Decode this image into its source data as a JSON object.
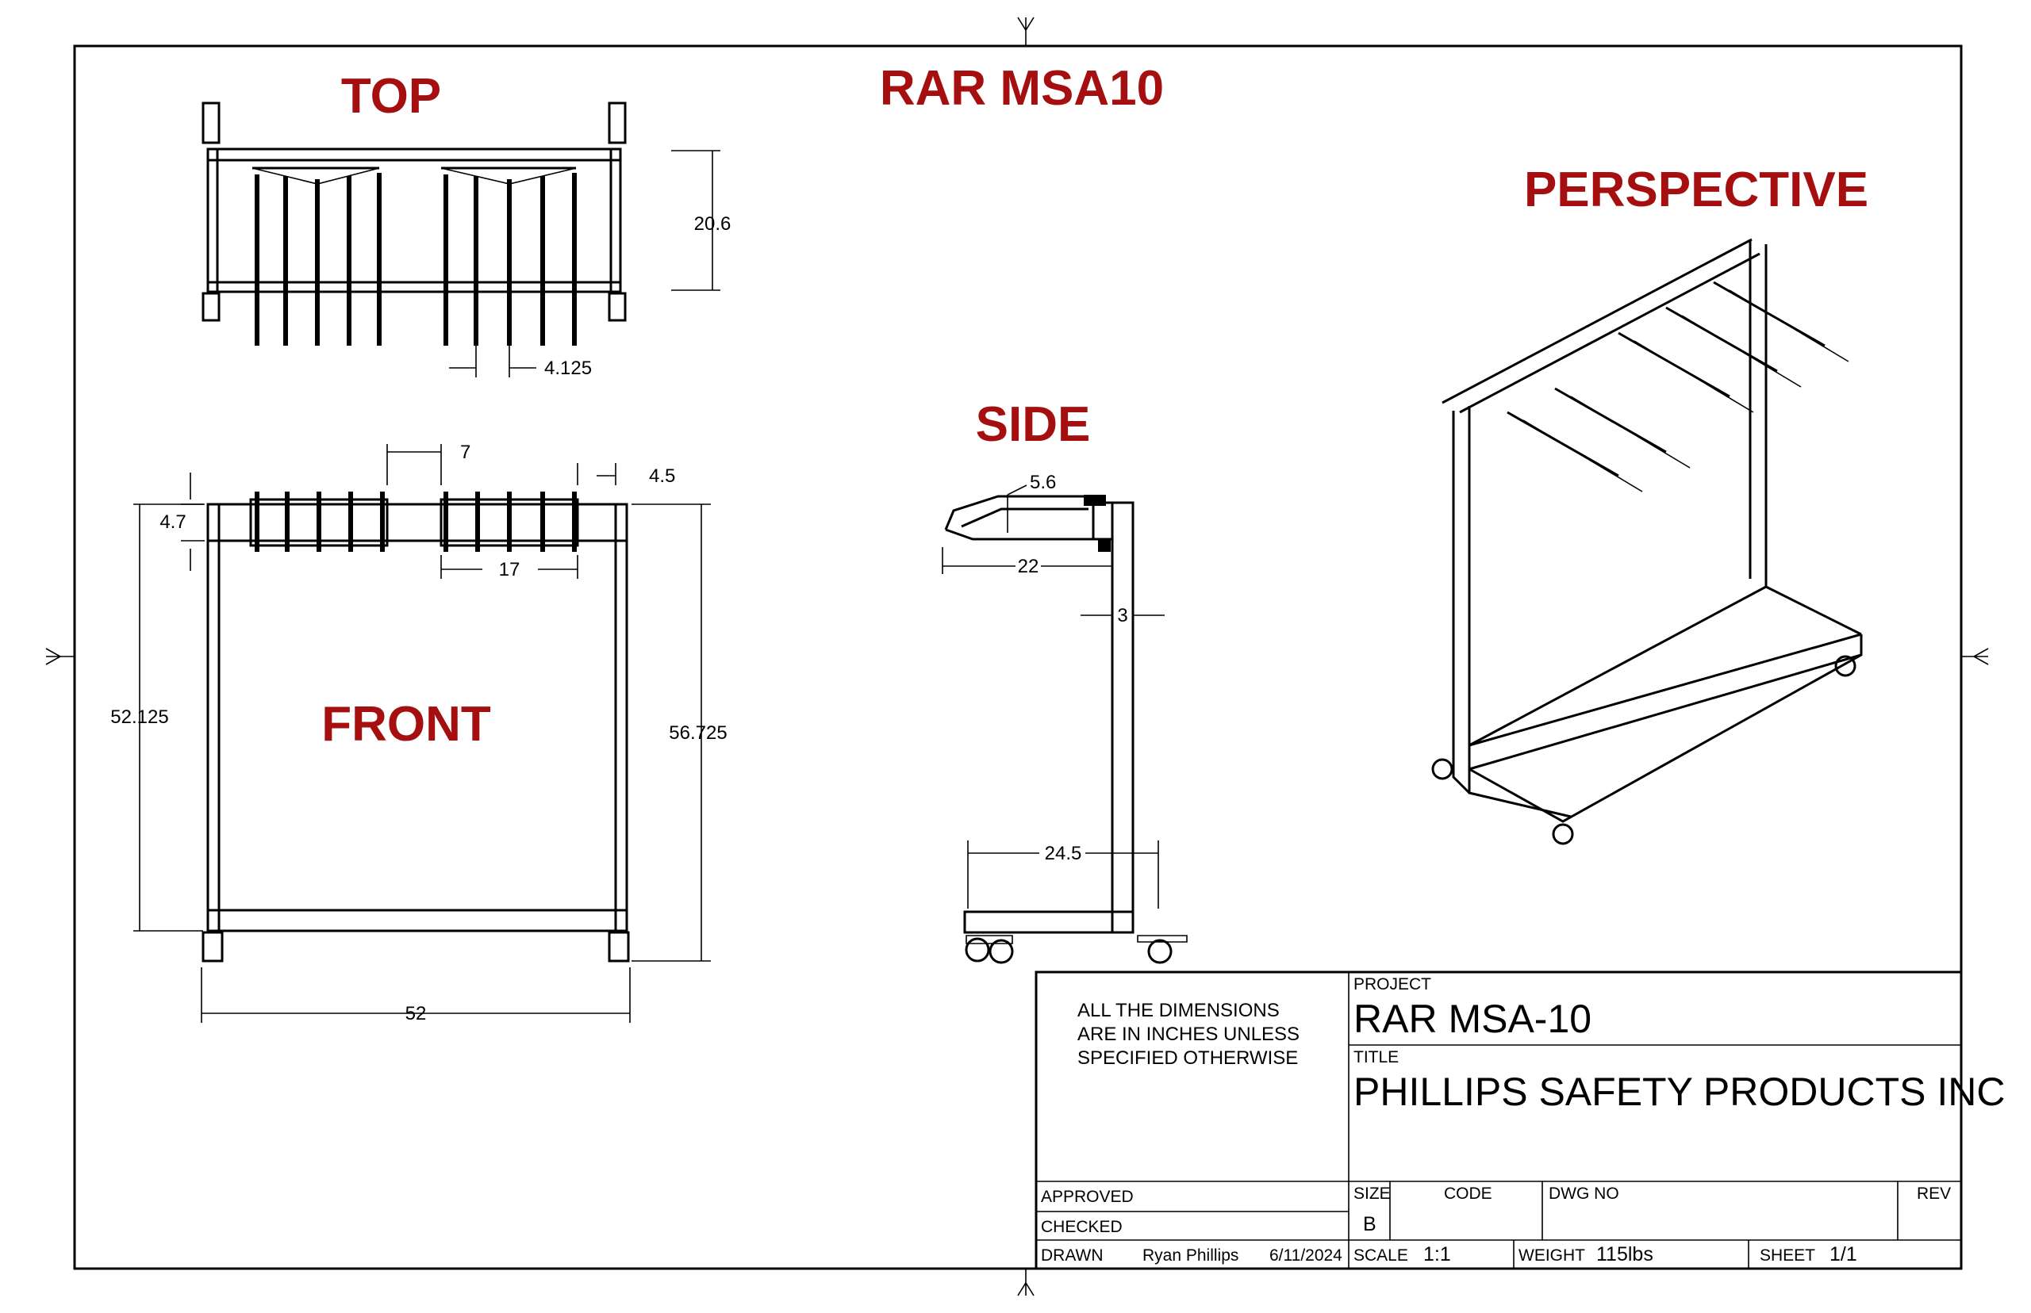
{
  "drawing_title": "RAR MSA10",
  "views": {
    "top": {
      "label": "TOP",
      "dims": {
        "depth": "20.6",
        "hanger_spacing": "4.125"
      }
    },
    "front": {
      "label": "FRONT",
      "dims": {
        "hanger_height": "4.7",
        "bracket_gap": "7",
        "end_offset": "4.5",
        "bracket_width": "17",
        "frame_height": "52.125",
        "overall_height": "56.725",
        "overall_width": "52"
      }
    },
    "side": {
      "label": "SIDE",
      "dims": {
        "hanger_drop": "5.6",
        "hanger_length": "22",
        "post_width": "3",
        "base_depth": "24.5"
      }
    },
    "perspective": {
      "label": "PERSPECTIVE"
    }
  },
  "title_block": {
    "note_lines": [
      "ALL THE DIMENSIONS",
      "ARE IN INCHES UNLESS",
      "SPECIFIED OTHERWISE"
    ],
    "project_label": "PROJECT",
    "project": "RAR MSA-10",
    "title_label": "TITLE",
    "title": "PHILLIPS SAFETY PRODUCTS INC",
    "approved_label": "APPROVED",
    "checked_label": "CHECKED",
    "drawn_label": "DRAWN",
    "drawn_by": "Ryan Phillips",
    "drawn_date": "6/11/2024",
    "size_label": "SIZE",
    "size": "B",
    "code_label": "CODE",
    "dwg_no_label": "DWG NO",
    "rev_label": "REV",
    "scale_label": "SCALE",
    "scale": "1:1",
    "weight_label": "WEIGHT",
    "weight": "115lbs",
    "sheet_label": "SHEET",
    "sheet": "1/1"
  }
}
